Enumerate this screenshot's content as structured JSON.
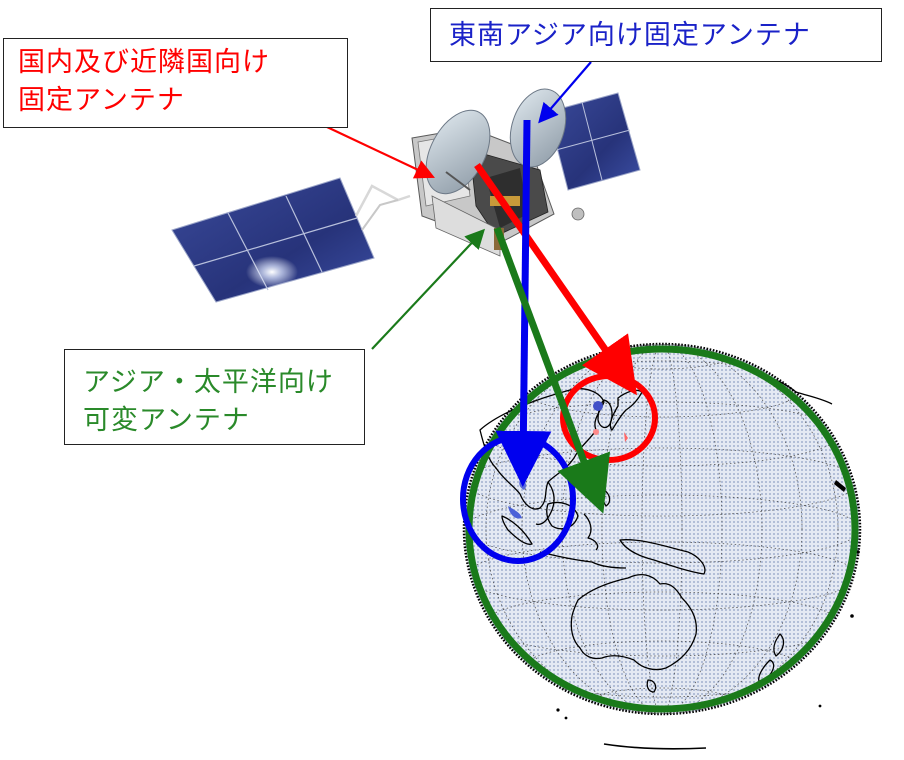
{
  "labels": {
    "domestic": {
      "line1": "国内及び近隣国向け",
      "line2": "固定アンテナ",
      "color": "#ff0000"
    },
    "southeast_asia": {
      "line1": "東南アジア向け固定アンテナ",
      "color": "#1a22c8"
    },
    "asia_pacific": {
      "line1": "アジア・太平洋向け",
      "line2": "可変アンテナ",
      "color": "#2a8a2a"
    }
  },
  "colors": {
    "domestic_beam": "#ff0000",
    "southeast_asia_beam": "#0000ee",
    "asia_pacific_beam": "#1a7a1a",
    "globe_fill": "#d4dcec",
    "satellite_panel": "#2e3c82"
  },
  "icons": [
    "satellite-icon",
    "earth-globe-icon"
  ]
}
